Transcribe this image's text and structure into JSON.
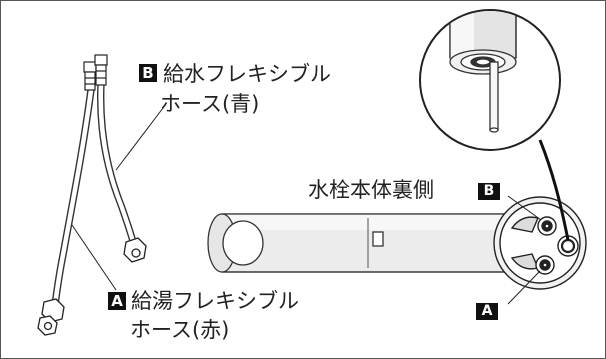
{
  "hose_b": {
    "badge": "B",
    "line1": "給水フレキシブル",
    "line2": "ホース(青)"
  },
  "hose_a": {
    "badge": "A",
    "line1": "給湯フレキシブル",
    "line2": "ホース(赤)"
  },
  "faucet": {
    "title": "水栓本体裏側",
    "badge_b": "B",
    "badge_a": "A"
  }
}
